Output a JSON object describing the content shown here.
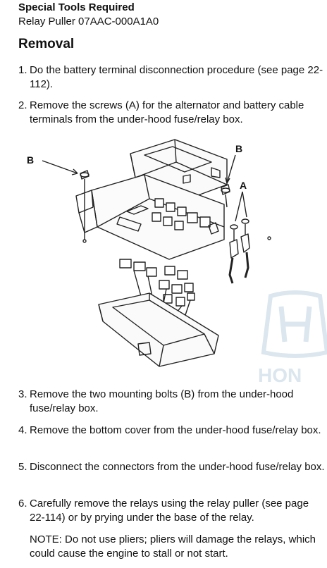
{
  "special_tools": {
    "title": "Special Tools Required",
    "item": "Relay Puller 07AAC-000A1A0"
  },
  "section": {
    "heading": "Removal"
  },
  "steps_before_figure": [
    {
      "num": "1.",
      "text": "Do the battery terminal disconnection procedure (see page 22-112)."
    },
    {
      "num": "2.",
      "text": "Remove the screws (A) for the alternator and battery cable terminals from the under-hood fuse/relay box."
    }
  ],
  "figure": {
    "callouts": {
      "b_left": "B",
      "b_right": "B",
      "a": "A"
    },
    "watermark_text": "HON"
  },
  "steps_after_figure": [
    {
      "num": "3.",
      "text": "Remove the two mounting bolts (B) from the under-hood fuse/relay box."
    },
    {
      "num": "4.",
      "text": "Remove the bottom cover from the under-hood fuse/relay box."
    },
    {
      "num": "5.",
      "text": "Disconnect the connectors from the under-hood fuse/relay box."
    },
    {
      "num": "6.",
      "text": "Carefully remove the relays using the relay puller (see page 22-114) or by prying under the base of the relay."
    }
  ],
  "note": "NOTE: Do not use pliers; pliers will damage the relays, which could cause the engine to stall or not start.",
  "colors": {
    "text": "#111111",
    "line_art": "#222222",
    "watermark": "#dbe6ee"
  }
}
